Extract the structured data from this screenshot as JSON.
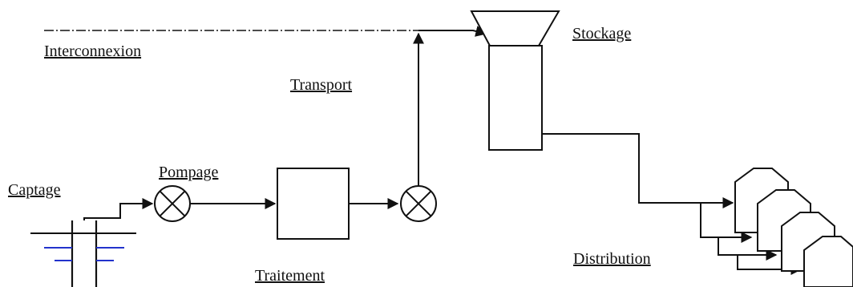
{
  "labels": {
    "interconnexion": "Interconnexion",
    "transport": "Transport",
    "stockage": "Stockage",
    "captage": "Captage",
    "pompage": "Pompage",
    "traitement": "Traitement",
    "distribution": "Distribution"
  },
  "colors": {
    "line": "#111111",
    "water": "#2233cc",
    "background": "#ffffff"
  }
}
